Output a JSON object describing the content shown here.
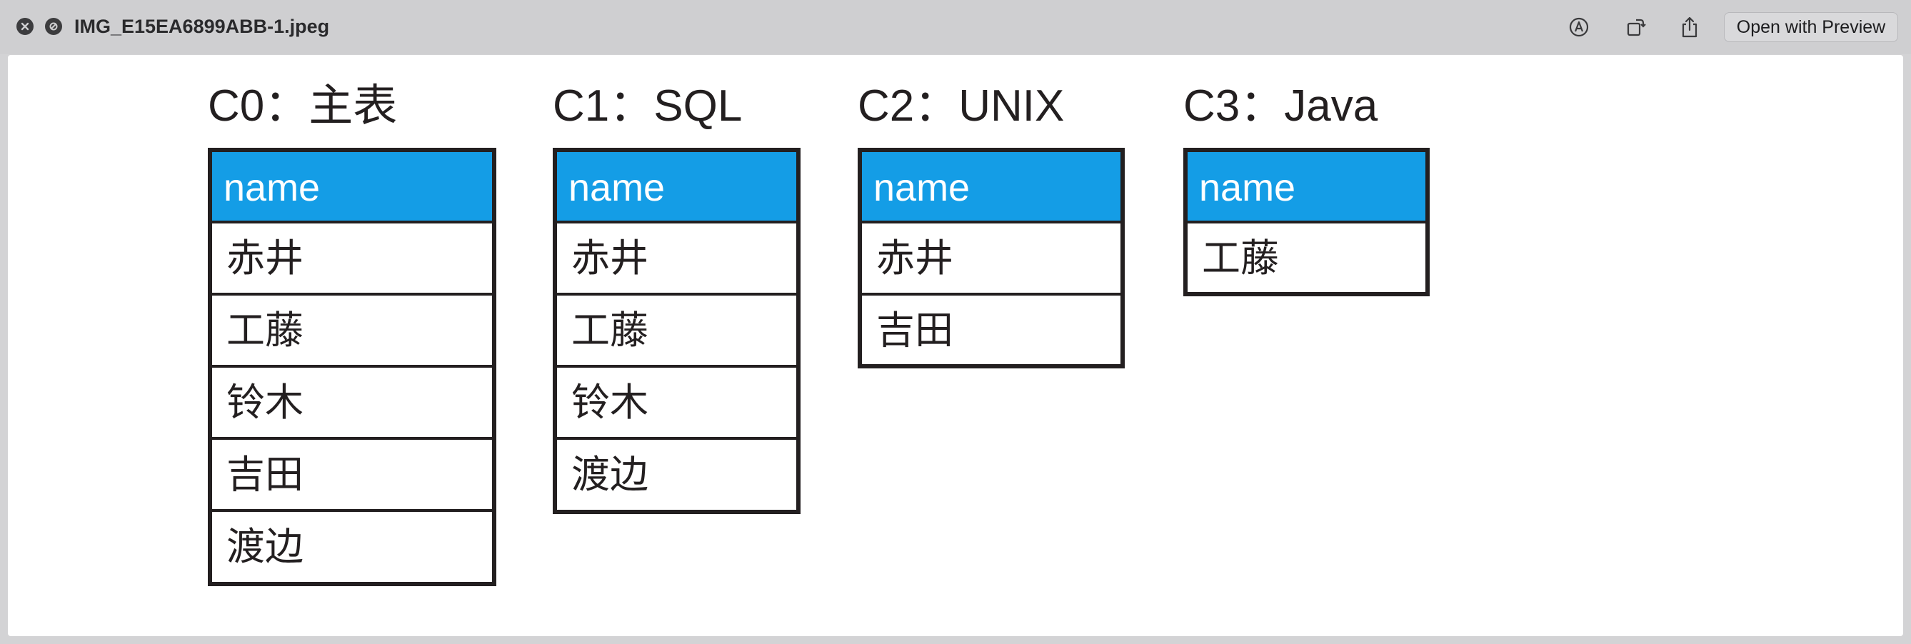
{
  "window": {
    "filename": "IMG_E15EA6899ABB-1.jpeg",
    "open_with": "Open with Preview",
    "icons": [
      "close-icon",
      "hide-icon",
      "markup-icon",
      "rotate-icon",
      "share-icon"
    ]
  },
  "tables": [
    {
      "title": "C0：主表",
      "header": "name",
      "rows": [
        "赤井",
        "工藤",
        "铃木",
        "吉田",
        "渡边"
      ]
    },
    {
      "title": "C1：SQL",
      "header": "name",
      "rows": [
        "赤井",
        "工藤",
        "铃木",
        "渡边"
      ]
    },
    {
      "title": "C2：UNIX",
      "header": "name",
      "rows": [
        "赤井",
        "吉田"
      ]
    },
    {
      "title": "C3：Java",
      "header": "name",
      "rows": [
        "工藤"
      ]
    }
  ],
  "colors": {
    "header_fill": "#149de6",
    "border": "#231f20"
  }
}
